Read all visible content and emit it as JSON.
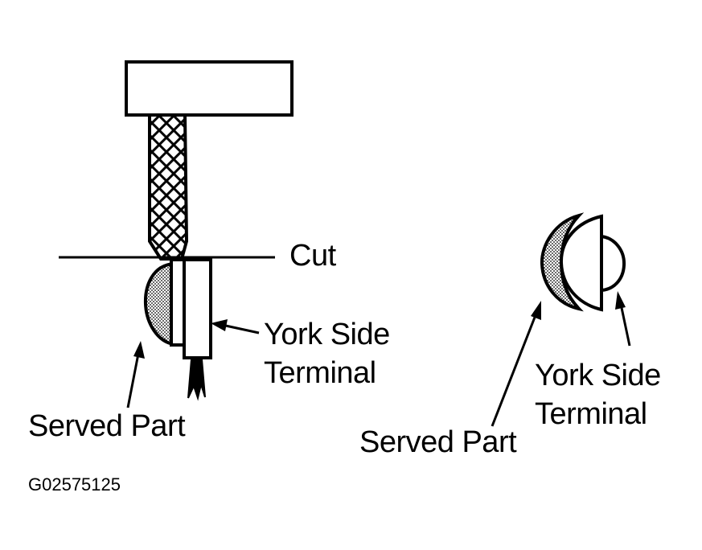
{
  "labels": {
    "cut": "Cut",
    "left_terminal_line1": "York Side",
    "left_terminal_line2": "Terminal",
    "left_served_part": "Served Part",
    "right_terminal_line1": "York Side",
    "right_terminal_line2": "Terminal",
    "right_served_part": "Served Part"
  },
  "figure_code": "G02575125",
  "colors": {
    "ink": "#000000",
    "paper": "#ffffff",
    "stipple": "#9a9a9a"
  }
}
